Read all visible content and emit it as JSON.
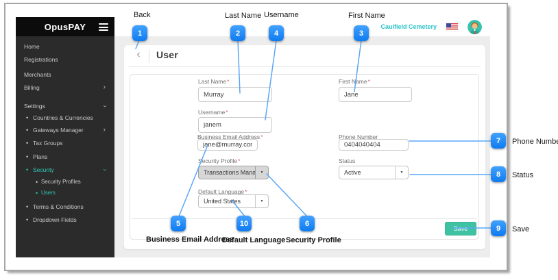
{
  "icons": {
    "chevron_left": "‹",
    "chevron_right": "›",
    "chevron_down": "›",
    "dropdown_arrow": "▼",
    "bullet": "•"
  },
  "colors": {
    "sidebar_header_bg": "#0c0c0c",
    "sidebar_bg": "#2b2b2b",
    "sidebar_active_teal": "#2fc7b7",
    "org_name_teal": "#29c3c9",
    "main_bg_grey": "#ededed",
    "badge_blue": "#1385fb",
    "callout_line_blue": "#5aa7f7",
    "save_button_green": "#3fc2a2",
    "required_red": "#e35d5d"
  },
  "sidebar": {
    "brand": "OpusPAY",
    "items": [
      {
        "label": "Home"
      },
      {
        "label": "Registrations"
      },
      {
        "label": "Merchants"
      },
      {
        "label": "Billing",
        "chevron": "right"
      },
      {
        "label": "Settings",
        "chevron": "down"
      },
      {
        "label": "Countries & Currencies"
      },
      {
        "label": "Gateways Manager",
        "chevron": "right"
      },
      {
        "label": "Tax Groups"
      },
      {
        "label": "Plans"
      },
      {
        "label": "Security",
        "chevron": "down",
        "active": true
      },
      {
        "label": "Security Profiles"
      },
      {
        "label": "Users",
        "active": true
      },
      {
        "label": "Terms & Conditions"
      },
      {
        "label": "Dropdown Fields"
      }
    ]
  },
  "topbar": {
    "org_name": "Caulfield Cemetery",
    "flag_icon": "us-flag",
    "avatar_icon": "user-avatar"
  },
  "page": {
    "title": "User"
  },
  "form": {
    "fields": {
      "last_name": {
        "label": "Last Name",
        "required_mark": "*",
        "value": "Murray"
      },
      "first_name": {
        "label": "First Name",
        "required_mark": "*",
        "value": "Jane"
      },
      "username": {
        "label": "Username",
        "required_mark": "*",
        "value": "janem"
      },
      "business_email": {
        "label": "Business Email Address",
        "required_mark": "*",
        "value": "jane@murray.com"
      },
      "phone": {
        "label": "Phone Number",
        "value": "0404040404"
      },
      "security_profile": {
        "label": "Security Profile",
        "required_mark": "*",
        "value": "Transactions Manager"
      },
      "status": {
        "label": "Status",
        "value": "Active"
      },
      "default_language": {
        "label": "Default Language",
        "required_mark": "*",
        "value": "United States"
      }
    },
    "save_label": "Save"
  },
  "annotations": [
    {
      "num": "1",
      "label": "Back"
    },
    {
      "num": "2",
      "label": "Last Name"
    },
    {
      "num": "3",
      "label": "First Name"
    },
    {
      "num": "4",
      "label": "Username"
    },
    {
      "num": "5",
      "label": "Business Email Address"
    },
    {
      "num": "6",
      "label": "Security Profile"
    },
    {
      "num": "7",
      "label": "Phone Number"
    },
    {
      "num": "8",
      "label": "Status"
    },
    {
      "num": "9",
      "label": "Save"
    },
    {
      "num": "10",
      "label": "Default Language"
    }
  ]
}
